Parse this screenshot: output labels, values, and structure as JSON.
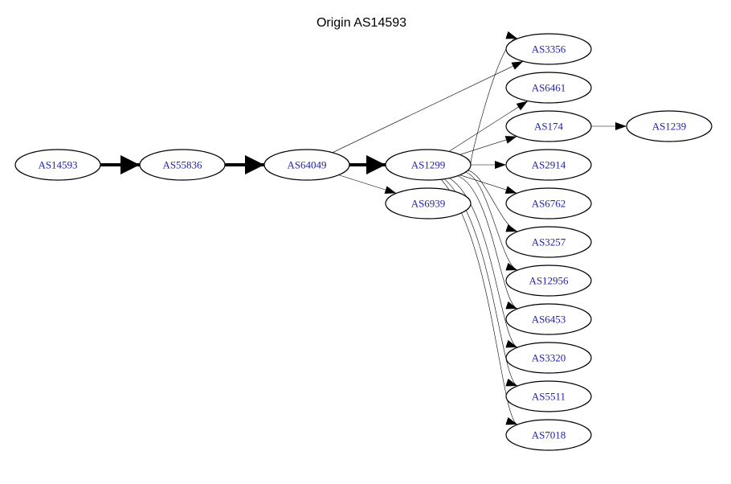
{
  "title": "Origin AS14593",
  "colors": {
    "label": "#2222aa",
    "line": "#000000"
  },
  "nodes": [
    {
      "id": "AS14593",
      "label": "AS14593"
    },
    {
      "id": "AS55836",
      "label": "AS55836"
    },
    {
      "id": "AS64049",
      "label": "AS64049"
    },
    {
      "id": "AS1299",
      "label": "AS1299"
    },
    {
      "id": "AS6939",
      "label": "AS6939"
    },
    {
      "id": "AS3356",
      "label": "AS3356"
    },
    {
      "id": "AS6461",
      "label": "AS6461"
    },
    {
      "id": "AS174",
      "label": "AS174"
    },
    {
      "id": "AS1239",
      "label": "AS1239"
    },
    {
      "id": "AS2914",
      "label": "AS2914"
    },
    {
      "id": "AS6762",
      "label": "AS6762"
    },
    {
      "id": "AS3257",
      "label": "AS3257"
    },
    {
      "id": "AS12956",
      "label": "AS12956"
    },
    {
      "id": "AS6453",
      "label": "AS6453"
    },
    {
      "id": "AS3320",
      "label": "AS3320"
    },
    {
      "id": "AS5511",
      "label": "AS5511"
    },
    {
      "id": "AS7018",
      "label": "AS7018"
    }
  ],
  "edges": [
    {
      "from": "AS14593",
      "to": "AS55836",
      "weight": "heavy"
    },
    {
      "from": "AS55836",
      "to": "AS64049",
      "weight": "heavy"
    },
    {
      "from": "AS64049",
      "to": "AS1299",
      "weight": "heavy"
    },
    {
      "from": "AS64049",
      "to": "AS6939",
      "weight": "light"
    },
    {
      "from": "AS64049",
      "to": "AS3356",
      "weight": "light"
    },
    {
      "from": "AS1299",
      "to": "AS3356",
      "weight": "light"
    },
    {
      "from": "AS1299",
      "to": "AS6461",
      "weight": "light"
    },
    {
      "from": "AS1299",
      "to": "AS174",
      "weight": "light"
    },
    {
      "from": "AS1299",
      "to": "AS2914",
      "weight": "light"
    },
    {
      "from": "AS1299",
      "to": "AS6762",
      "weight": "light"
    },
    {
      "from": "AS1299",
      "to": "AS3257",
      "weight": "light"
    },
    {
      "from": "AS1299",
      "to": "AS12956",
      "weight": "light"
    },
    {
      "from": "AS1299",
      "to": "AS6453",
      "weight": "light"
    },
    {
      "from": "AS1299",
      "to": "AS3320",
      "weight": "light"
    },
    {
      "from": "AS1299",
      "to": "AS5511",
      "weight": "light"
    },
    {
      "from": "AS1299",
      "to": "AS7018",
      "weight": "light"
    },
    {
      "from": "AS174",
      "to": "AS1239",
      "weight": "light"
    }
  ]
}
